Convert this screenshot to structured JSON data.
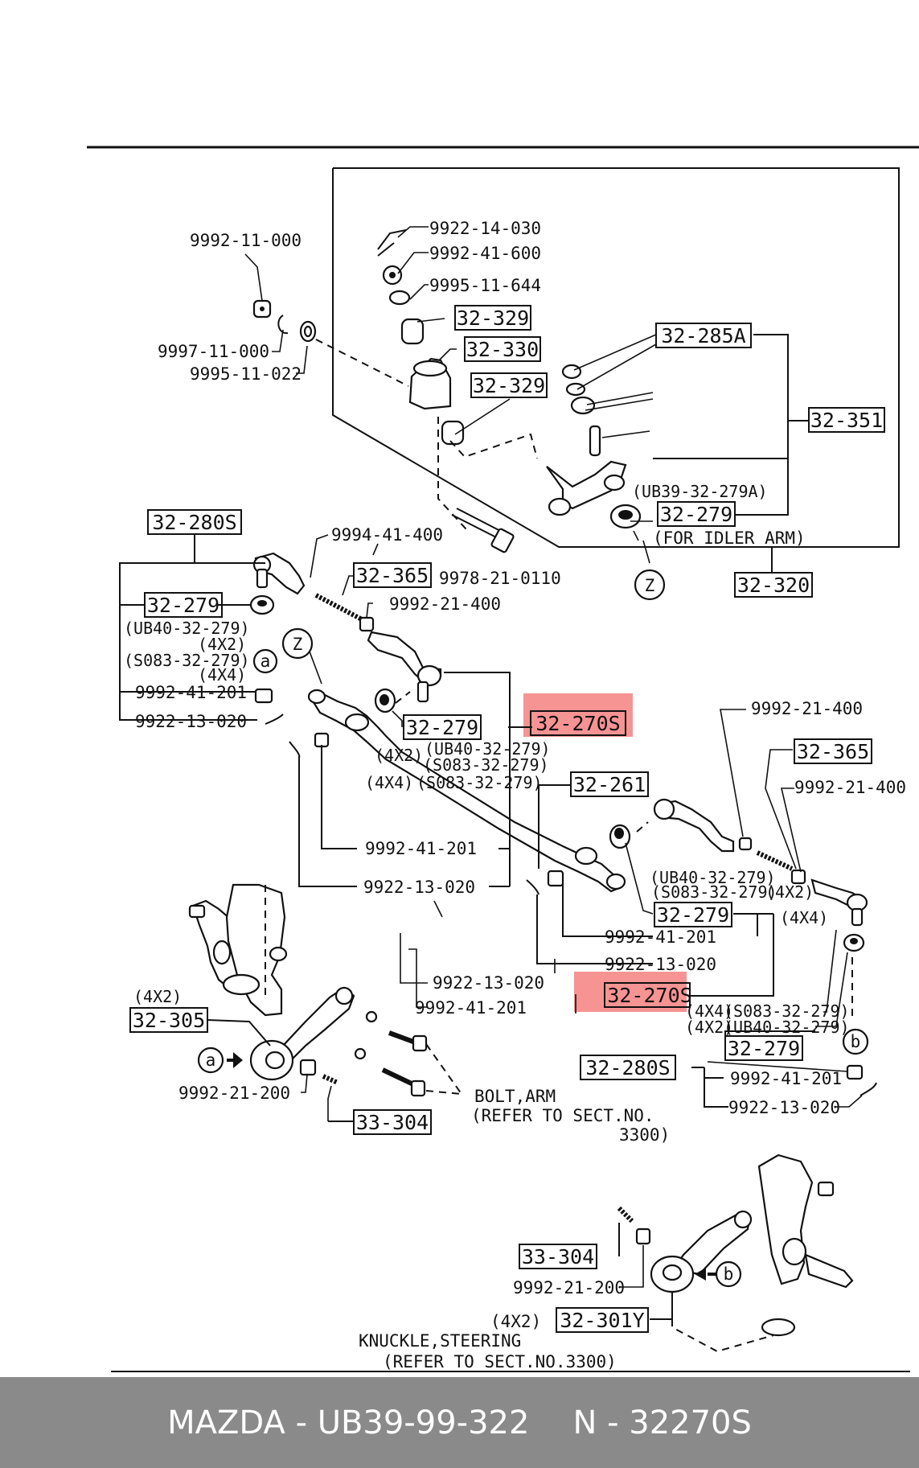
{
  "labels": {
    "p9992_11_000": "9992-11-000",
    "p9922_14_030": "9922-14-030",
    "p9992_41_600": "9992-41-600",
    "p9995_11_644": "9995-11-644",
    "p9997_11_000": "9997-11-000",
    "p9995_11_022": "9995-11-022",
    "p9994_41_400": "9994-41-400",
    "p9978_21_0110": "9978-21-0110",
    "p9992_21_400_a": "9992-21-400",
    "p9992_41_201_a": "9992-41-201",
    "p9922_13_020_a": "9922-13-020",
    "p9992_41_201_b": "9992-41-201",
    "p9922_13_020_b": "9922-13-020",
    "p9992_21_400_b": "9992-21-400",
    "p9992_21_400_c": "9992-21-400",
    "p9992_41_201_c": "9992-41-201",
    "p9922_13_020_c": "9922-13-020",
    "p9922_13_020_d": "9922-13-020",
    "p9992_41_201_d": "9992-41-201",
    "p9992_21_200_a": "9992-21-200",
    "p9992_41_201_e": "9992-41-201",
    "p9922_13_020_e": "9922-13-020",
    "p9992_21_200_b": "9992-21-200"
  },
  "boxed": {
    "b32_329_a": "32-329",
    "b32_330": "32-330",
    "b32_329_b": "32-329",
    "b32_285a": "32-285A",
    "b32_351": "32-351",
    "b32_279_idler": "32-279",
    "b32_320": "32-320",
    "b32_280s_a": "32-280S",
    "b32_365_a": "32-365",
    "b32_279_a": "32-279",
    "b32_279_b": "32-279",
    "b32_270s_a": "32-270S",
    "b32_261": "32-261",
    "b32_365_b": "32-365",
    "b32_279_c": "32-279",
    "b32_270s_b": "32-270S",
    "b32_305": "32-305",
    "b33_304_a": "33-304",
    "b32_279_d": "32-279",
    "b32_280s_b": "32-280S",
    "b33_304_b": "33-304",
    "b32_301y": "32-301Y"
  },
  "notes": {
    "ub839": "(UB39-32-279A)",
    "for_idler": "(FOR IDLER ARM)",
    "ub840_a": "(UB40-32-279)",
    "x4x2_a": "(4X2)",
    "s083_a": "(S083-32-279)",
    "x4x4_a": "(4X4)",
    "x4x2_b": "(4X2)",
    "ub840_b": "(UB40-32-279)",
    "s083_b": "(S083-32-279)",
    "x4x4_b": "(4X4)",
    "s083_b2": "(S083-32-279)",
    "ub840_c": "(UB40-32-279)",
    "s083_c": "(S083-32-279)",
    "x4x2_c": "(4X2)",
    "x4x4_c": "(4X4)",
    "x4x4_d": "(4X4)",
    "s083_d": "(S083-32-279)",
    "x4x2_d": "(4X2)",
    "ub840_d": "(UB40-32-279)",
    "x4x2_305": "(4X2)",
    "bolt_arm": "BOLT,ARM",
    "refer_1": "(REFER TO SECT.NO.",
    "refer_1b": "3300)",
    "x4x2_301": "(4X2)",
    "knuckle": "KNUCKLE,STEERING",
    "refer_2": "(REFER TO SECT.NO.3300)",
    "circ_z1": "Z",
    "circ_z2": "Z",
    "circ_a1": "a",
    "circ_a2": "a",
    "circ_b1": "b",
    "circ_b2": "b"
  },
  "caption": {
    "left": "MAZDA - UB39-99-322",
    "right": "N - 32270S"
  },
  "highlight_color": "#f26a6a"
}
